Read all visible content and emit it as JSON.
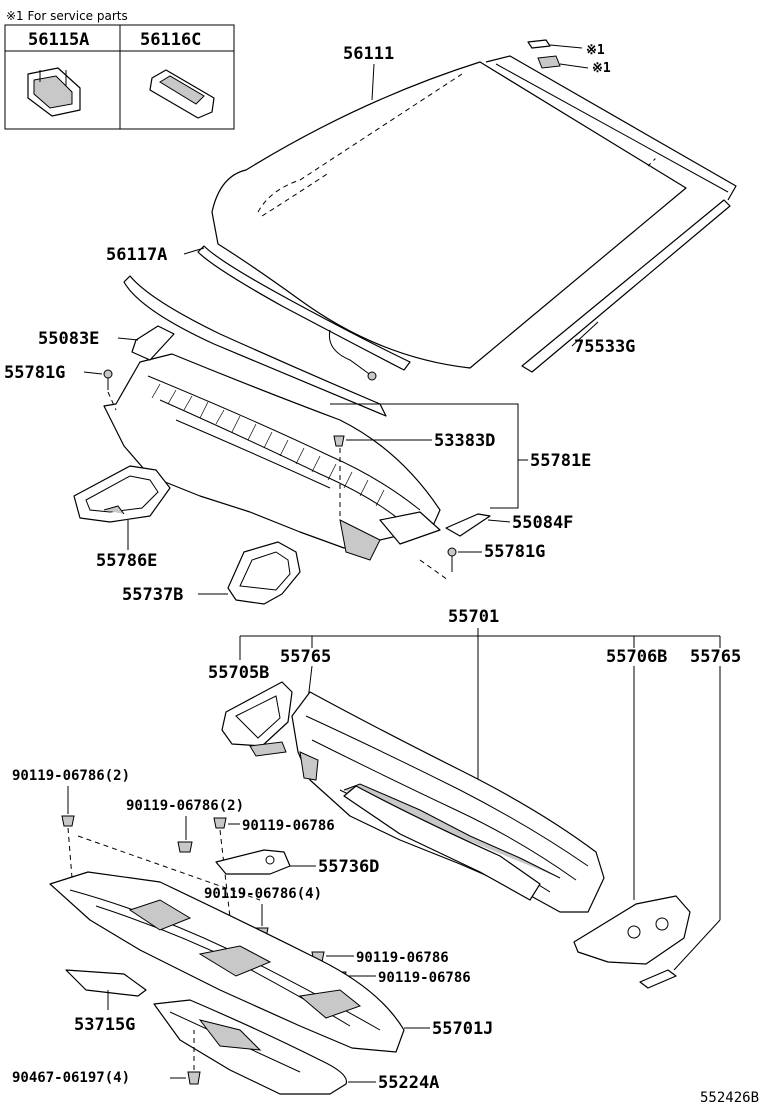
{
  "note": {
    "text": "※1 For service parts",
    "inset_left_part": "56115A",
    "inset_right_part": "56116C"
  },
  "parts": {
    "p56111": "56111",
    "p56117A": "56117A",
    "p55083E": "55083E",
    "p55781G_top": "55781G",
    "p75533G": "75533G",
    "p53383D": "53383D",
    "p55781E": "55781E",
    "p55786E": "55786E",
    "p55084F": "55084F",
    "p55781G_bottom": "55781G",
    "p55737B": "55737B",
    "p55701": "55701",
    "p55705B": "55705B",
    "p55765_left": "55765",
    "p55706B": "55706B",
    "p55765_right": "55765",
    "p90119_2_left": "90119-06786(2)",
    "p90119_2_mid": "90119-06786(2)",
    "p90119_single_a": "90119-06786",
    "p55736D": "55736D",
    "p90119_4": "90119-06786(4)",
    "p90119_single_b": "90119-06786",
    "p90119_single_c": "90119-06786",
    "p53715G": "53715G",
    "p55701J": "55701J",
    "p90467": "90467-06197(4)",
    "p55224A": "55224A",
    "service_mark_1": "※1",
    "service_mark_2": "※1"
  },
  "figure_code": "552426B"
}
